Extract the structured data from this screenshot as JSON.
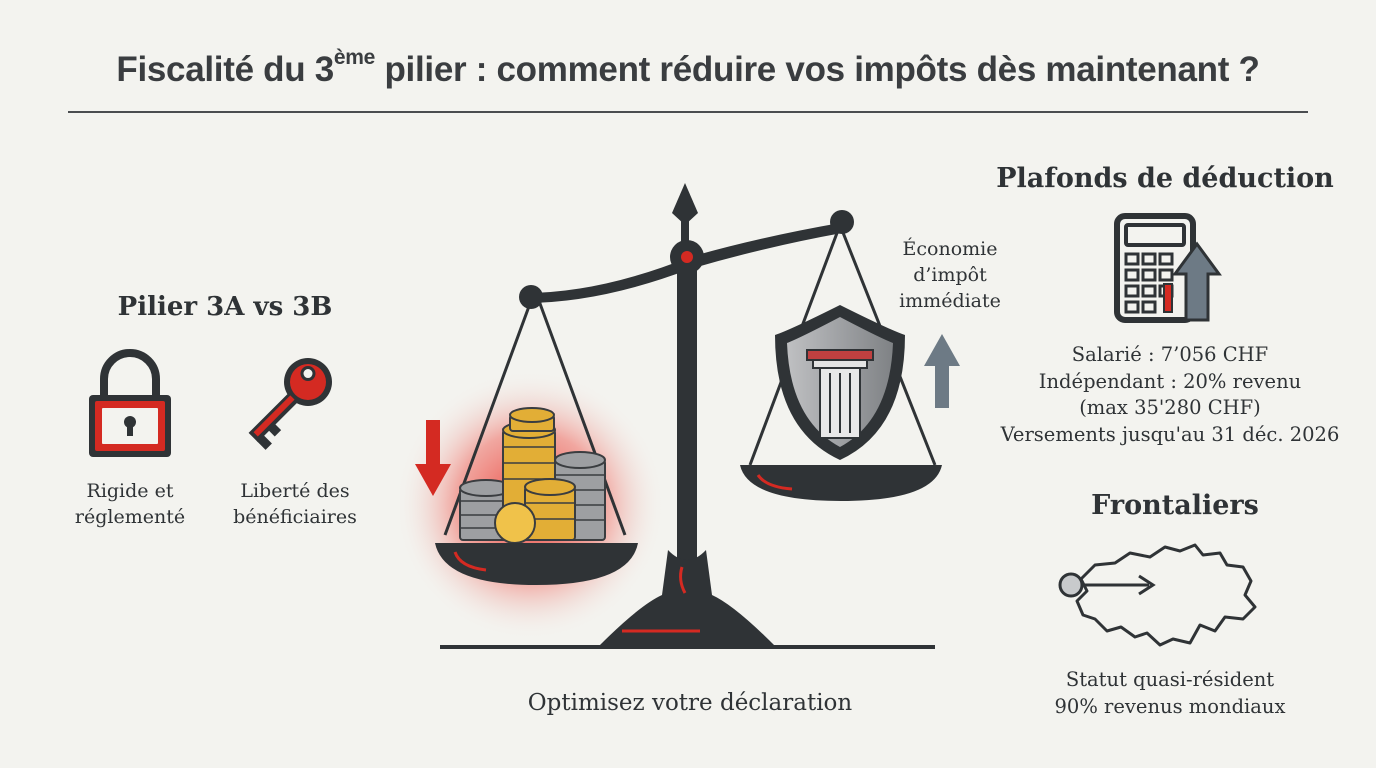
{
  "title": {
    "prefix": "Fiscalité du 3",
    "superscript": "ème",
    "suffix": " pilier : comment réduire vos impôts dès maintenant ?"
  },
  "left": {
    "heading": "Pilier 3A vs 3B",
    "lock_caption": [
      "Rigide et",
      "réglementé"
    ],
    "key_caption": [
      "Liberté des",
      "bénéficiaires"
    ]
  },
  "center": {
    "economy_label": [
      "Économie",
      "d’impôt",
      "immédiate"
    ],
    "caption": "Optimisez votre déclaration"
  },
  "right": {
    "heading": "Plafonds de déduction",
    "lines": [
      "Salarié : 7’056 CHF",
      "Indépendant : 20% revenu",
      "(max 35'280 CHF)",
      "Versements jusqu'au 31 déc. 2026"
    ],
    "frontaliers_heading": "Frontaliers",
    "frontaliers_lines": [
      "Statut quasi-résident",
      "90% revenus mondiaux"
    ]
  },
  "colors": {
    "accent_red": "#d42a22",
    "dark": "#2f3336",
    "arrow_blue_gray": "#6d7a85",
    "gold": "#e2ae36",
    "silver": "#a9abad",
    "background": "#f3f3ef"
  },
  "icons": [
    "lock-icon",
    "key-icon",
    "balance-scale-icon",
    "coins-icon",
    "shield-pillar-icon",
    "calculator-icon",
    "arrow-up-icon",
    "arrow-down-icon",
    "switzerland-map-icon"
  ]
}
